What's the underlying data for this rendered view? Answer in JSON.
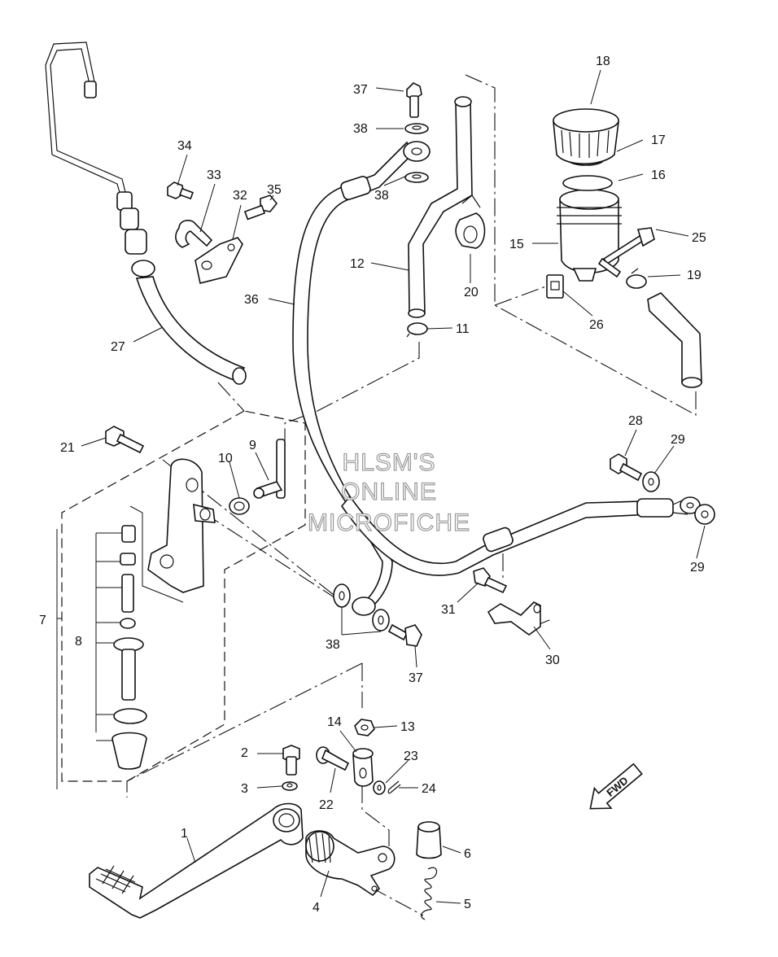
{
  "watermark": {
    "line1": "HLSM'S",
    "line2": "ONLINE",
    "line3": "MICROFICHE"
  },
  "forward_arrow_label": "FWD",
  "callouts": [
    {
      "id": "c1",
      "text": "1"
    },
    {
      "id": "c2",
      "text": "2"
    },
    {
      "id": "c3",
      "text": "3"
    },
    {
      "id": "c4",
      "text": "4"
    },
    {
      "id": "c5",
      "text": "5"
    },
    {
      "id": "c6",
      "text": "6"
    },
    {
      "id": "c7",
      "text": "7"
    },
    {
      "id": "c8",
      "text": "8"
    },
    {
      "id": "c9",
      "text": "9"
    },
    {
      "id": "c10",
      "text": "10"
    },
    {
      "id": "c11",
      "text": "11"
    },
    {
      "id": "c12",
      "text": "12"
    },
    {
      "id": "c13",
      "text": "13"
    },
    {
      "id": "c14",
      "text": "14"
    },
    {
      "id": "c15",
      "text": "15"
    },
    {
      "id": "c16",
      "text": "16"
    },
    {
      "id": "c17",
      "text": "17"
    },
    {
      "id": "c18",
      "text": "18"
    },
    {
      "id": "c19",
      "text": "19"
    },
    {
      "id": "c20",
      "text": "20"
    },
    {
      "id": "c21",
      "text": "21"
    },
    {
      "id": "c22",
      "text": "22"
    },
    {
      "id": "c23",
      "text": "23"
    },
    {
      "id": "c24",
      "text": "24"
    },
    {
      "id": "c25",
      "text": "25"
    },
    {
      "id": "c26",
      "text": "26"
    },
    {
      "id": "c27",
      "text": "27"
    },
    {
      "id": "c28",
      "text": "28"
    },
    {
      "id": "c29a",
      "text": "29"
    },
    {
      "id": "c29b",
      "text": "29"
    },
    {
      "id": "c30",
      "text": "30"
    },
    {
      "id": "c31",
      "text": "31"
    },
    {
      "id": "c32",
      "text": "32"
    },
    {
      "id": "c33",
      "text": "33"
    },
    {
      "id": "c34",
      "text": "34"
    },
    {
      "id": "c35",
      "text": "35"
    },
    {
      "id": "c36",
      "text": "36"
    },
    {
      "id": "c37a",
      "text": "37"
    },
    {
      "id": "c37b",
      "text": "37"
    },
    {
      "id": "c38a",
      "text": "38"
    },
    {
      "id": "c38b",
      "text": "38"
    },
    {
      "id": "c38c",
      "text": "38"
    }
  ]
}
